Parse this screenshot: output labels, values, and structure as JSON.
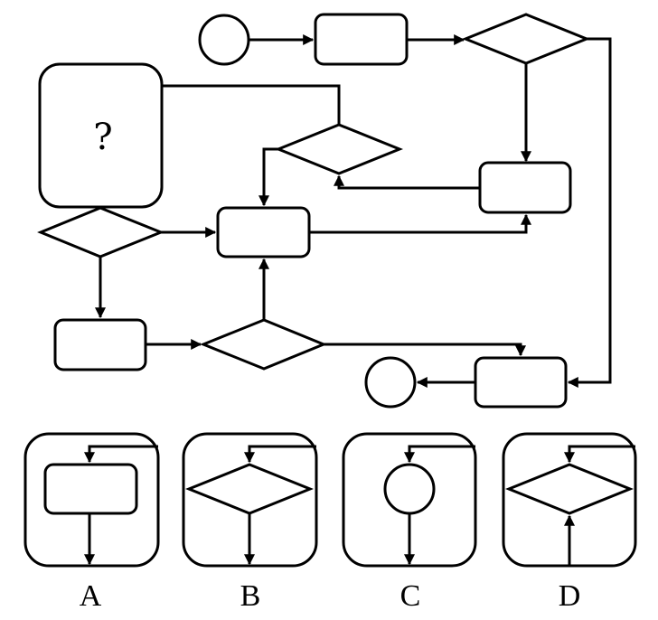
{
  "puzzle": {
    "missing_symbol_text": "?",
    "stroke_color": "#000000",
    "background_color": "#ffffff"
  },
  "main_flowchart": {
    "nodes": [
      {
        "id": "start-circle",
        "type": "circle"
      },
      {
        "id": "top-process",
        "type": "rounded-rect"
      },
      {
        "id": "top-decision",
        "type": "diamond"
      },
      {
        "id": "unknown-box",
        "type": "rounded-rect",
        "label": "?"
      },
      {
        "id": "middle-decision",
        "type": "diamond"
      },
      {
        "id": "right-process",
        "type": "rounded-rect"
      },
      {
        "id": "left-decision",
        "type": "diamond"
      },
      {
        "id": "center-process",
        "type": "rounded-rect"
      },
      {
        "id": "lower-left-process",
        "type": "rounded-rect"
      },
      {
        "id": "bottom-decision",
        "type": "diamond"
      },
      {
        "id": "end-process",
        "type": "rounded-rect"
      },
      {
        "id": "end-circle",
        "type": "circle"
      }
    ],
    "edges": [
      {
        "from": "start-circle",
        "to": "top-process"
      },
      {
        "from": "top-process",
        "to": "top-decision"
      },
      {
        "from": "top-decision",
        "to": "right-process"
      },
      {
        "from": "top-decision",
        "to": "end-process"
      },
      {
        "from": "right-process",
        "to": "middle-decision"
      },
      {
        "from": "unknown-box",
        "to": "middle-decision",
        "arrow": false
      },
      {
        "from": "middle-decision",
        "to": "center-process"
      },
      {
        "from": "left-decision",
        "to": "center-process"
      },
      {
        "from": "left-decision",
        "to": "lower-left-process"
      },
      {
        "from": "center-process",
        "to": "right-process"
      },
      {
        "from": "lower-left-process",
        "to": "bottom-decision"
      },
      {
        "from": "bottom-decision",
        "to": "center-process"
      },
      {
        "from": "bottom-decision",
        "to": "end-process"
      },
      {
        "from": "end-process",
        "to": "end-circle"
      }
    ]
  },
  "options": [
    {
      "label": "A",
      "inner_shape": "rounded-rect",
      "top_arrow": "in",
      "bottom_arrow": "out"
    },
    {
      "label": "B",
      "inner_shape": "diamond",
      "top_arrow": "in",
      "bottom_arrow": "out"
    },
    {
      "label": "C",
      "inner_shape": "circle",
      "top_arrow": "in",
      "bottom_arrow": "out"
    },
    {
      "label": "D",
      "inner_shape": "diamond",
      "top_arrow": "in",
      "bottom_arrow": "in"
    }
  ]
}
